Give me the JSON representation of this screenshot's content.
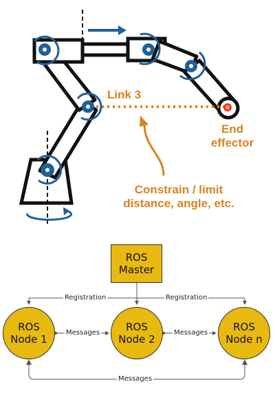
{
  "robot": {
    "link_label": "Link 3",
    "end_label_line1": "End",
    "end_label_line2": "effector",
    "constraint_line1": "Constrain / limit",
    "constraint_line2": "distance, angle, etc."
  },
  "ros": {
    "master_line1": "ROS",
    "master_line2": "Master",
    "node1_line1": "ROS",
    "node1_line2": "Node 1",
    "node2_line1": "ROS",
    "node2_line2": "Node 2",
    "noden_line1": "ROS",
    "noden_line2": "Node n",
    "registration_left": "Registration",
    "registration_right": "Registration",
    "messages_left": "Messages",
    "messages_right": "Messages",
    "messages_bottom": "Messages"
  },
  "colors": {
    "link_orange": "#d9831f",
    "joint_blue": "#1f5f9c",
    "node_yellow": "#e8b90f"
  }
}
